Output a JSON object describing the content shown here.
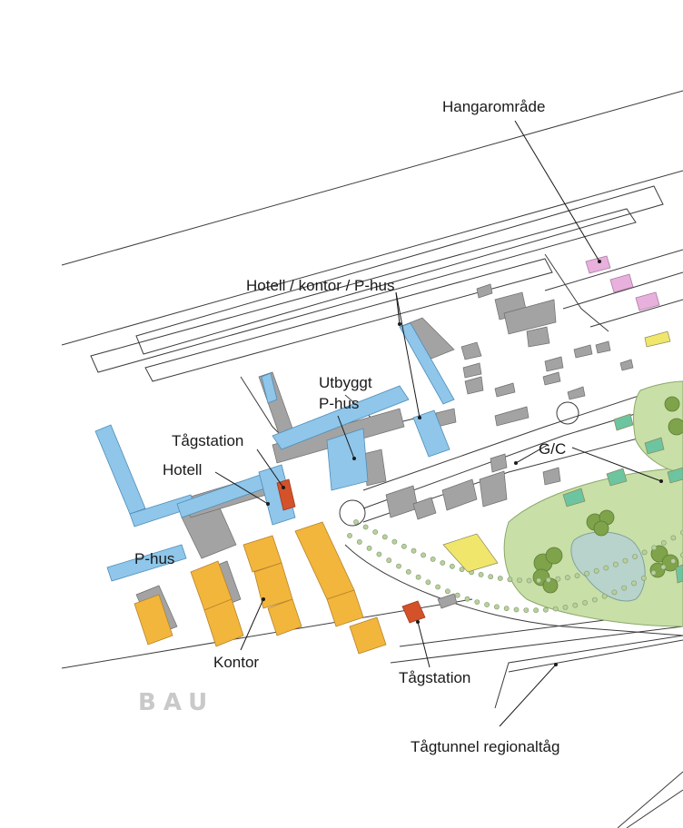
{
  "labels": {
    "hangar_area": "Hangarområde",
    "hotel_office_parking": "Hotell / kontor / P-hus",
    "expanded_parking_line1": "Utbyggt",
    "expanded_parking_line2": "P-hus",
    "train_station_north": "Tågstation",
    "hotel": "Hotell",
    "pedestrian_cycle": "G/C",
    "parking_garage": "P-hus",
    "offices": "Kontor",
    "train_station_south": "Tågstation",
    "train_tunnel": "Tågtunnel regionaltåg"
  },
  "watermark": "BAU",
  "colors": {
    "parking_blue": "#8fc6ea",
    "office_yellow": "#f2b63c",
    "station_red": "#d4522a",
    "hangar_pink": "#e8b0dc",
    "building_grey": "#a3a3a3",
    "park_green": "#c9dfa8",
    "tree_green": "#7ea34a",
    "lake_blue": "#b8d2cc",
    "pavilion_teal": "#6cc4a0",
    "light_yellow": "#f1e66c"
  }
}
